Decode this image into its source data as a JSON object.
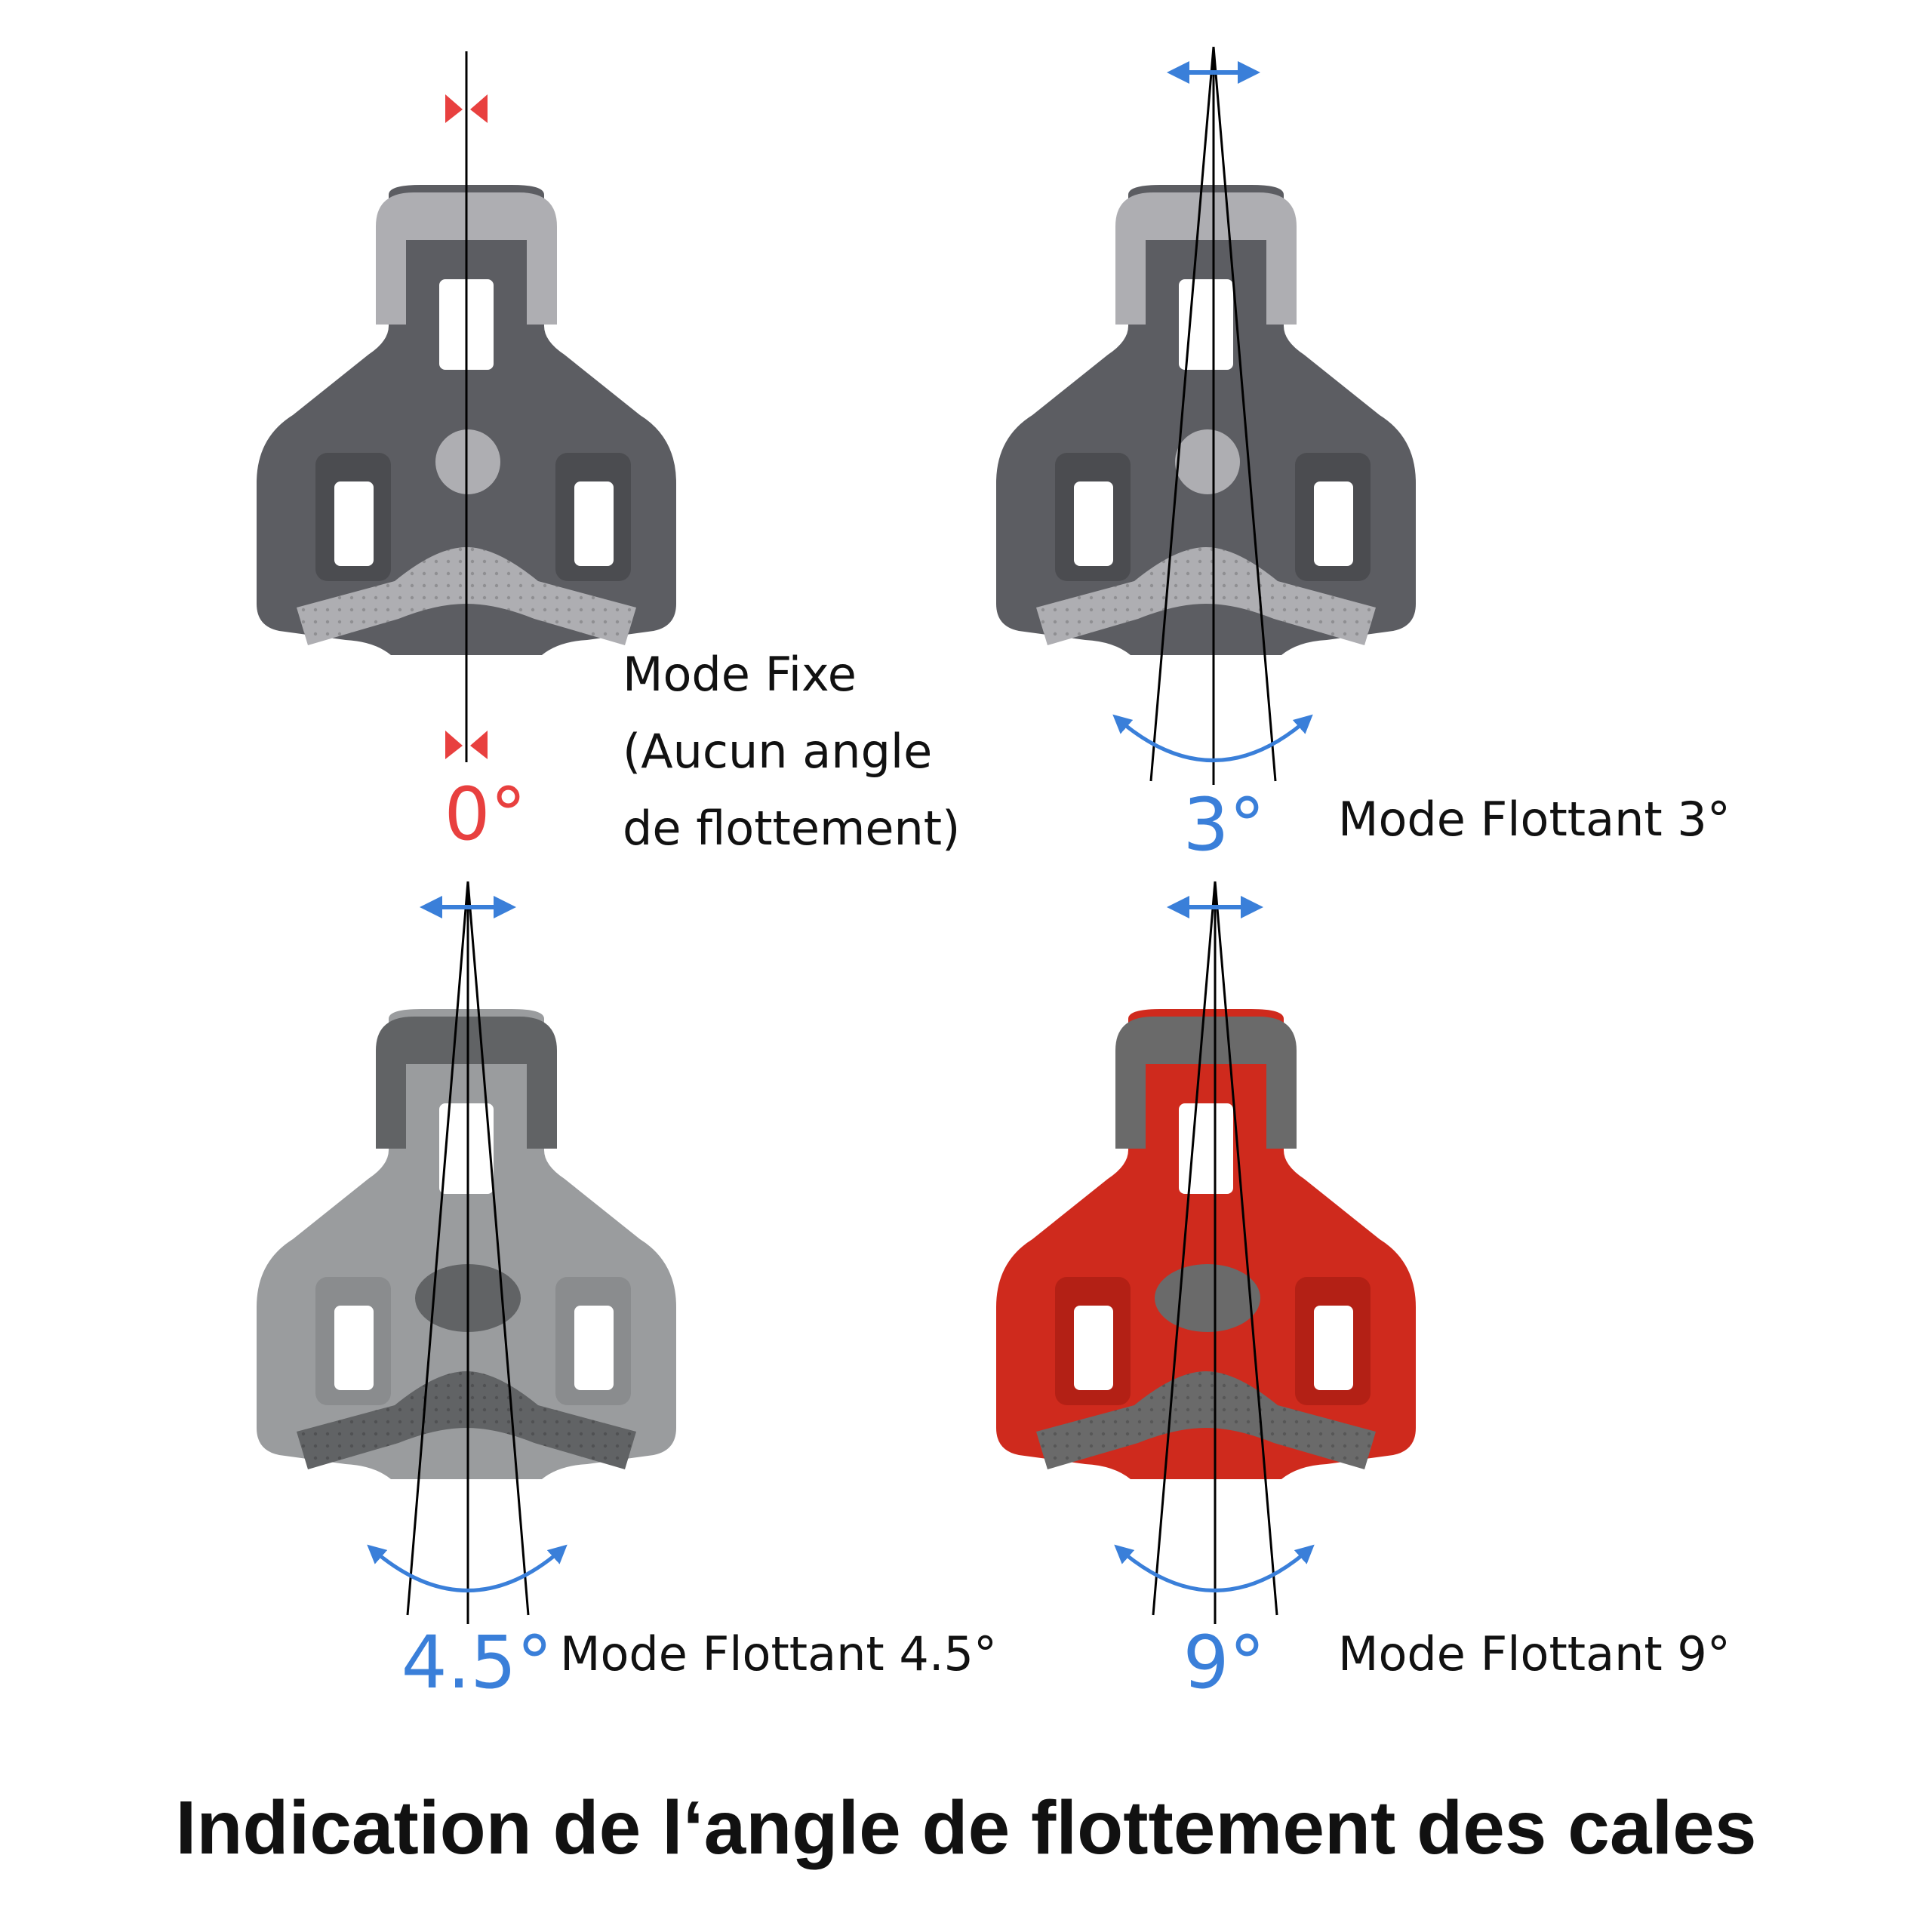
{
  "title": "Indication de l‘angle de flottement des cales",
  "colors": {
    "blue": "#3a7fd9",
    "red": "#e8403f",
    "cleat_dark": "#5c5d62",
    "cleat_dark_pad": "#aeaeb2",
    "cleat_light": "#9a9c9e",
    "cleat_light_pad": "#616365",
    "cleat_red": "#cf2a1d",
    "cleat_red_pad": "#6a6a6a"
  },
  "panels": [
    {
      "angle_label": "0°",
      "float_degrees": 0,
      "cleat_color": "gray-dark",
      "mode_lines": [
        "Mode Fixe",
        "(Aucun angle",
        "de flottement)"
      ]
    },
    {
      "angle_label": "3°",
      "float_degrees": 3,
      "cleat_color": "gray-dark",
      "mode_lines": [
        "Mode Flottant 3°"
      ]
    },
    {
      "angle_label": "4.5°",
      "float_degrees": 4.5,
      "cleat_color": "gray-light",
      "mode_lines": [
        "Mode Flottant 4.5°"
      ]
    },
    {
      "angle_label": "9°",
      "float_degrees": 9,
      "cleat_color": "red",
      "mode_lines": [
        "Mode Flottant 9°"
      ]
    }
  ]
}
